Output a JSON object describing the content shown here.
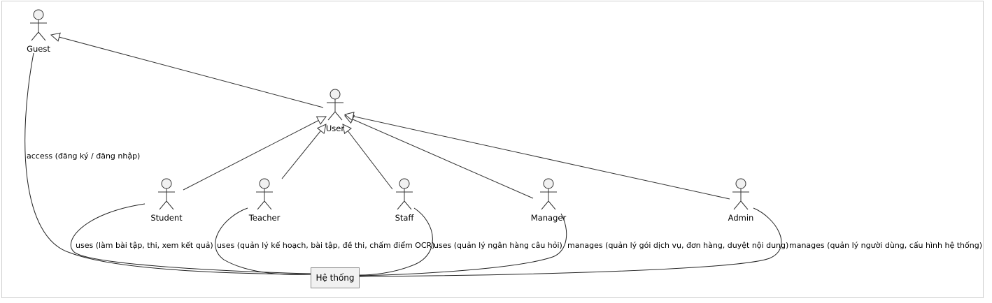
{
  "diagram": {
    "actors": {
      "guest": "Guest",
      "user": "User",
      "student": "Student",
      "teacher": "Teacher",
      "staff": "Staff",
      "manager": "Manager",
      "admin": "Admin"
    },
    "system": "Hệ thống",
    "relations": {
      "guest": "access (đăng ký / đăng nhập)",
      "student": "uses (làm bài tập, thi, xem kết quả)",
      "teacher": "uses (quản lý kế hoạch, bài tập, đề thi, chấm điểm OCR)",
      "staff": "uses (quản lý ngân hàng câu hỏi)",
      "manager": "manages (quản lý gói dịch vụ, đơn hàng, duyệt nội dung)",
      "admin": "manages (quản lý người dùng, cấu hình hệ thống)"
    }
  }
}
